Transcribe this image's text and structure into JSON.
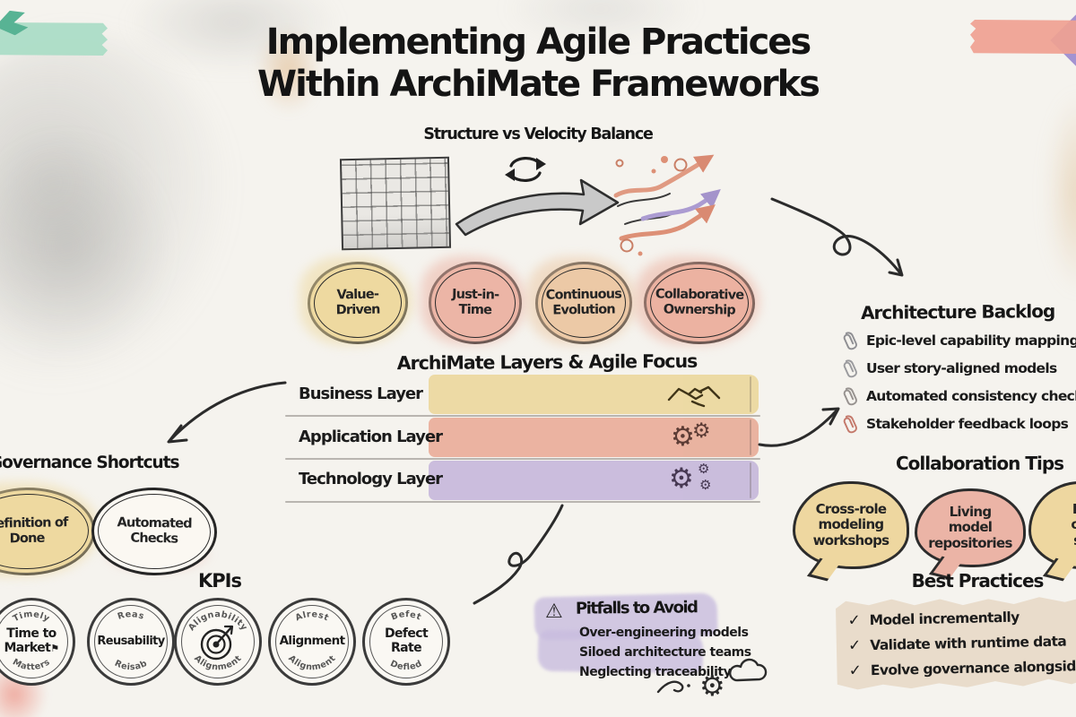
{
  "title": {
    "line1": "Implementing Agile Practices",
    "line2": "Within ArchiMate Frameworks"
  },
  "balance": {
    "heading": "Structure vs Velocity Balance"
  },
  "principles": {
    "items": [
      {
        "label": "Value-Driven",
        "fill": "#eed9a0"
      },
      {
        "label": "Just-in-Time",
        "fill": "#ecb5a6"
      },
      {
        "label": "Continuous Evolution",
        "fill": "#ecc9a6"
      },
      {
        "label": "Collaborative Ownership",
        "fill": "#ecb2a1"
      }
    ]
  },
  "layers": {
    "heading": "ArchiMate Layers & Agile Focus",
    "rows": [
      {
        "label": "Business Layer",
        "fill": "#ecd89e"
      },
      {
        "label": "Application Layer",
        "fill": "#e9ae9a"
      },
      {
        "label": "Technology Layer",
        "fill": "#c7b9db"
      }
    ]
  },
  "backlog": {
    "heading": "Architecture Backlog",
    "items": [
      "Epic-level capability mapping",
      "User story-aligned models",
      "Automated consistency checks",
      "Stakeholder feedback loops"
    ]
  },
  "governance": {
    "heading": "Governance Shortcuts",
    "ovals": [
      {
        "label": "Definition of Done",
        "fill": "#eed9a0"
      },
      {
        "label": "Automated Checks",
        "fill": "#fbf8f2"
      }
    ]
  },
  "kpis": {
    "heading": "KPIs",
    "items": [
      {
        "label": "Time to Market",
        "top": "Timely",
        "bottom": "Matters"
      },
      {
        "label": "Reusability",
        "top": "Reas",
        "bottom": "Reisab"
      },
      {
        "label": "",
        "top": "Alignability",
        "bottom": "Alignment"
      },
      {
        "label": "Alignment",
        "top": "Alrest",
        "bottom": "Alignment"
      },
      {
        "label": "Defect Rate",
        "top": "Befet",
        "bottom": "Defled"
      }
    ]
  },
  "pitfalls": {
    "heading": "Pitfalls to Avoid",
    "items": [
      "Over-engineering models",
      "Siloed architecture teams",
      "Neglecting traceability"
    ]
  },
  "collaboration": {
    "heading": "Collaboration Tips",
    "bubbles": [
      {
        "label": "Cross-role modeling workshops",
        "fill": "#eed7a0"
      },
      {
        "label": "Living model repositories",
        "fill": "#ebb4a6"
      },
      {
        "label": "Re co- se",
        "lines": [
          "Re",
          "co-",
          "se"
        ],
        "fill": "#eed7a0"
      }
    ]
  },
  "best_practices": {
    "heading": "Best Practices",
    "items": [
      "Model incrementally",
      "Validate with runtime data",
      "Evolve governance alongside deli"
    ]
  },
  "icons": {
    "warning": "⚠",
    "check": "✓",
    "gear": "⚙",
    "flag": "⚑"
  }
}
